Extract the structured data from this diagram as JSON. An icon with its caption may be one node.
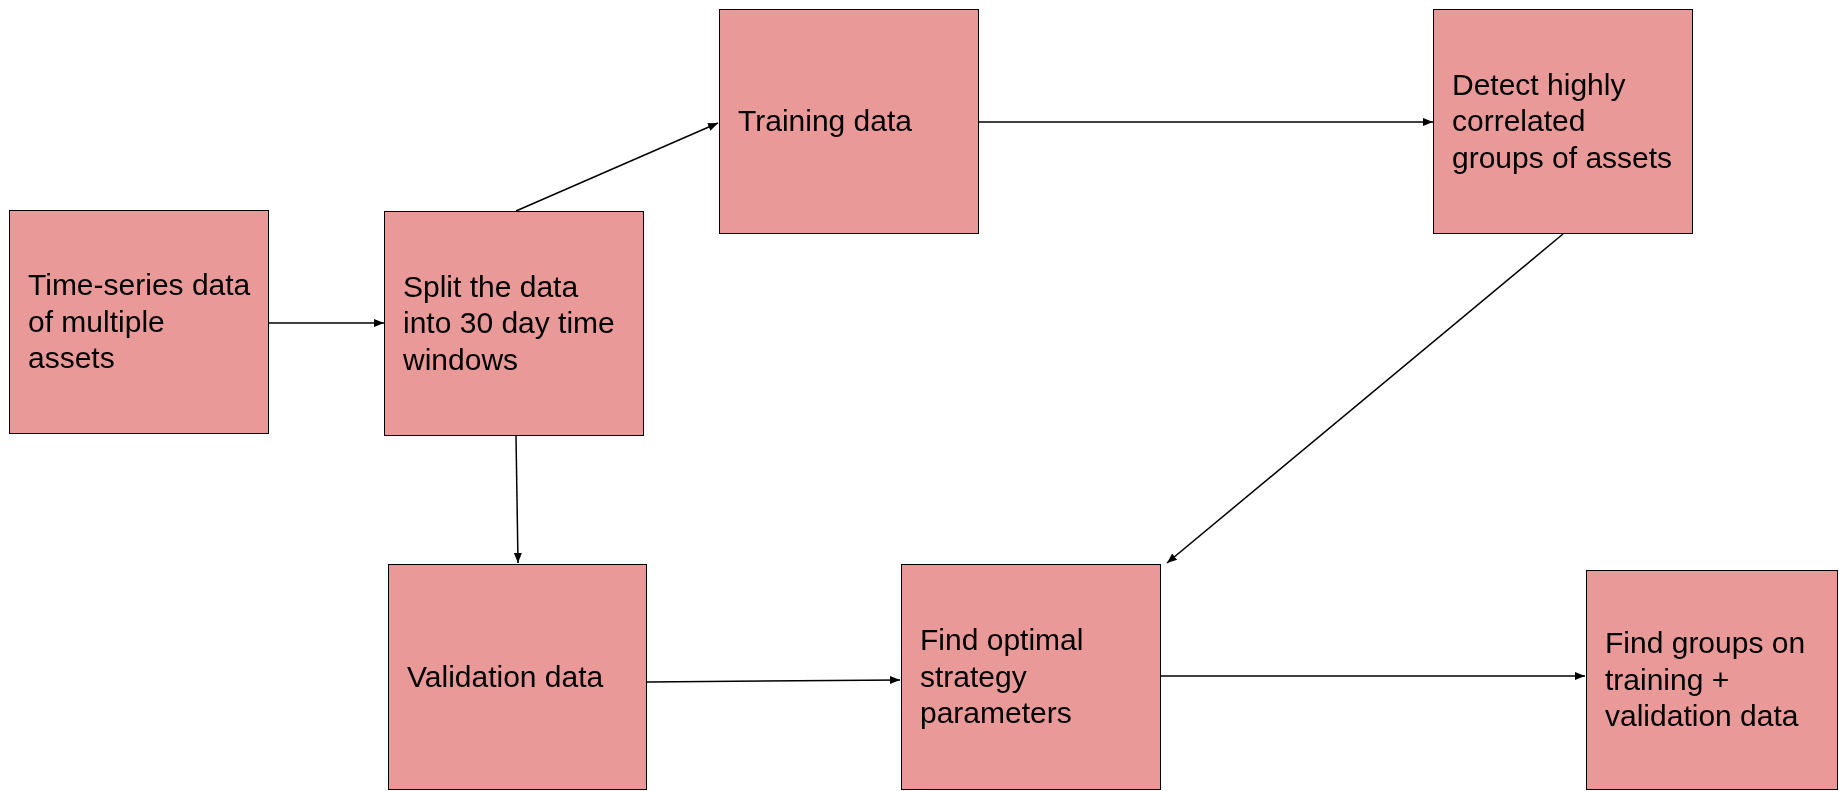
{
  "diagram": {
    "nodes": [
      {
        "text": [
          "Time-series data of multiple assets"
        ]
      },
      {
        "text": [
          "Split the data into 30 day time windows"
        ]
      },
      {
        "text": [
          "Training data"
        ]
      },
      {
        "text": [
          "Detect highly correlated groups of assets"
        ]
      },
      {
        "text": [
          "Validation data"
        ]
      },
      {
        "text": [
          "Find optimal strategy parameters"
        ]
      },
      {
        "text": [
          "Find groups on training + validation data"
        ]
      }
    ],
    "edges": [
      {
        "from": 0,
        "to": 1,
        "arrow": "to"
      },
      {
        "from": 1,
        "to": 2,
        "arrow": "to"
      },
      {
        "from": 2,
        "to": 3,
        "arrow": "to"
      },
      {
        "from": 3,
        "to": 5,
        "arrow": "to"
      },
      {
        "from": 1,
        "to": 4,
        "arrow": "to"
      },
      {
        "from": 4,
        "to": 5,
        "arrow": "to"
      },
      {
        "from": 5,
        "to": 6,
        "arrow": "to"
      }
    ]
  }
}
